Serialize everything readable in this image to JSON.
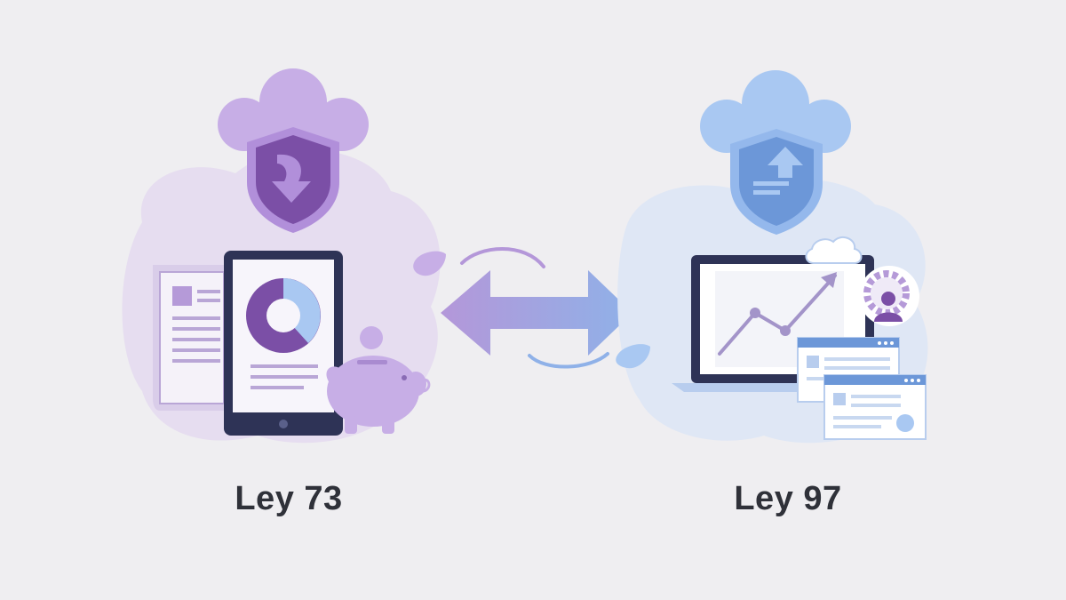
{
  "left_panel": {
    "label": "Ley 73",
    "theme": "purple",
    "colors": {
      "primary": "#7b4fa6",
      "light": "#c7aee6",
      "tint": "#e6ddf0",
      "dark": "#2e3356"
    },
    "icons": [
      "cloud-icon",
      "shield-icon",
      "download-arrow-icon",
      "document-icon",
      "tablet-icon",
      "donut-chart-icon",
      "piggy-bank-icon",
      "coin-icon"
    ]
  },
  "right_panel": {
    "label": "Ley 97",
    "theme": "blue",
    "colors": {
      "primary": "#6c97d8",
      "light": "#a9c8f2",
      "tint": "#dfe7f5",
      "dark": "#2e3356"
    },
    "icons": [
      "cloud-icon",
      "shield-icon",
      "upload-arrow-icon",
      "laptop-icon",
      "line-chart-icon",
      "gear-user-icon",
      "browser-window-icon"
    ]
  },
  "connector": {
    "type": "bidirectional-arrow",
    "colors": {
      "from": "#b497d9",
      "to": "#8fb1e8"
    }
  }
}
